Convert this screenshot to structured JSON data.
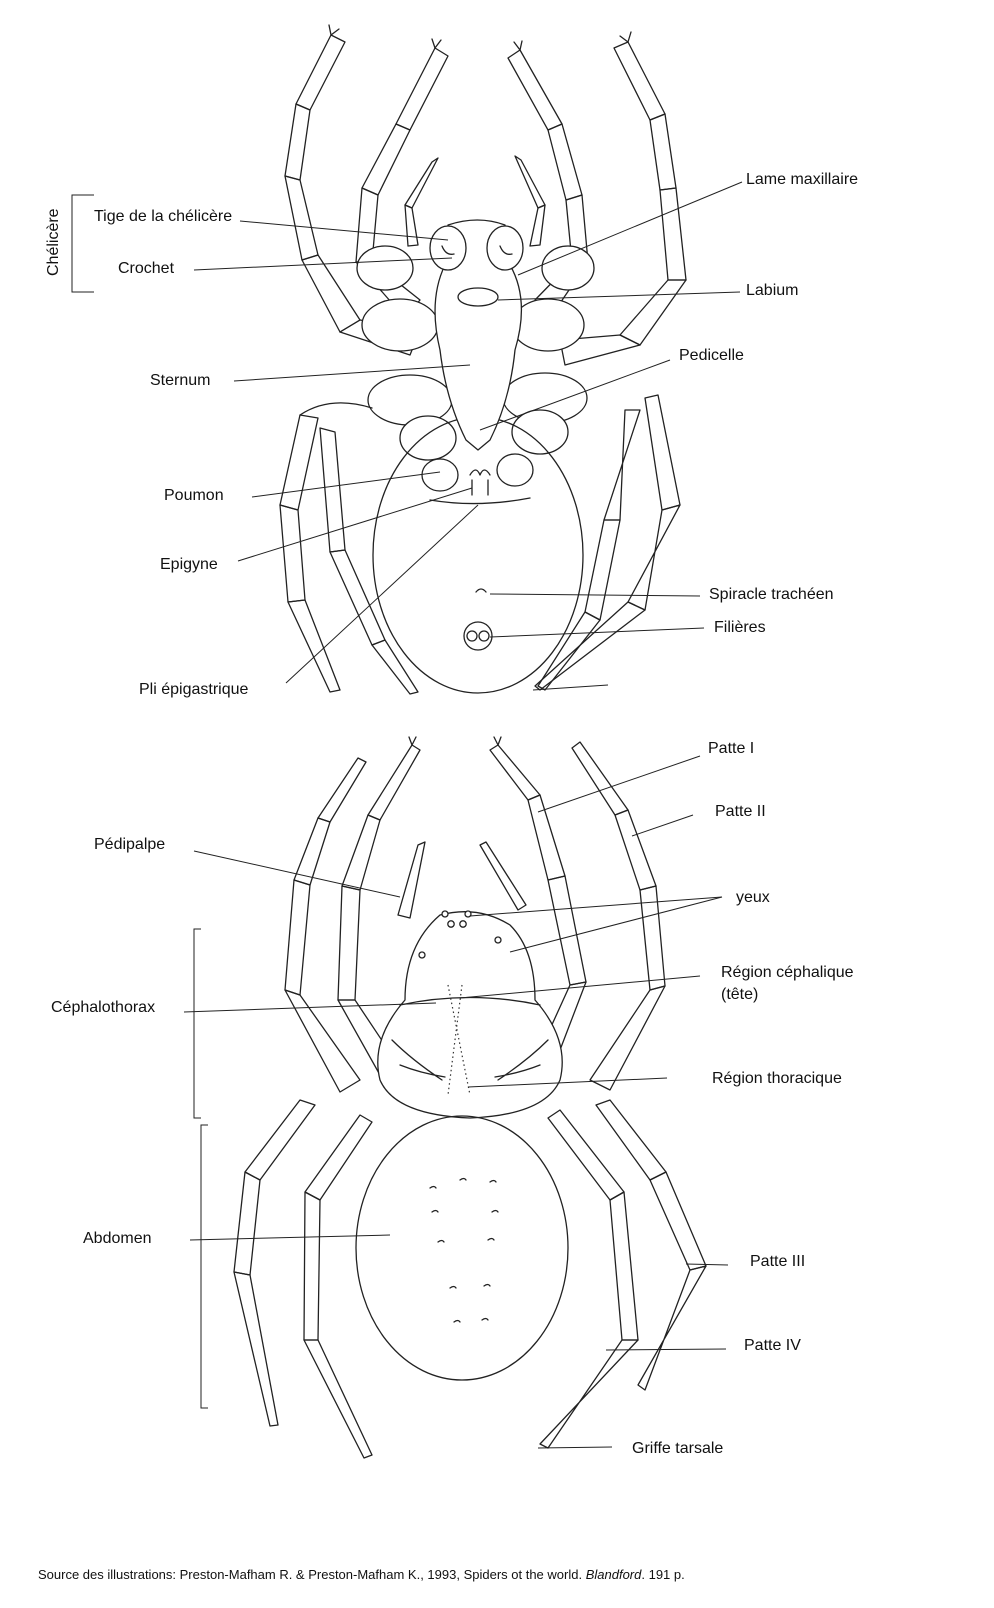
{
  "ventral": {
    "group_label": "Chélicère",
    "labels": {
      "tige": "Tige de la chélicère",
      "crochet": "Crochet",
      "lame": "Lame maxillaire",
      "labium": "Labium",
      "sternum": "Sternum",
      "pedicelle": "Pedicelle",
      "poumon": "Poumon",
      "epigyne": "Epigyne",
      "spiracle": "Spiracle trachéen",
      "filieres": "Filières",
      "pli": "Pli épigastrique"
    }
  },
  "dorsal": {
    "labels": {
      "patte1": "Patte I",
      "patte2": "Patte II",
      "pedipalpe": "Pédipalpe",
      "yeux": "yeux",
      "cephalothorax": "Céphalothorax",
      "region_ceph_1": "Région céphalique",
      "region_ceph_2": "(tête)",
      "region_thor": "Région thoracique",
      "abdomen": "Abdomen",
      "patte3": "Patte III",
      "patte4": "Patte IV",
      "griffe": "Griffe tarsale"
    }
  },
  "source": {
    "prefix": "Source des illustrations: Preston-Mafham R. & Preston-Mafham K., 1993, Spiders ot the world. ",
    "publisher": "Blandford",
    "suffix": ". 191 p."
  }
}
